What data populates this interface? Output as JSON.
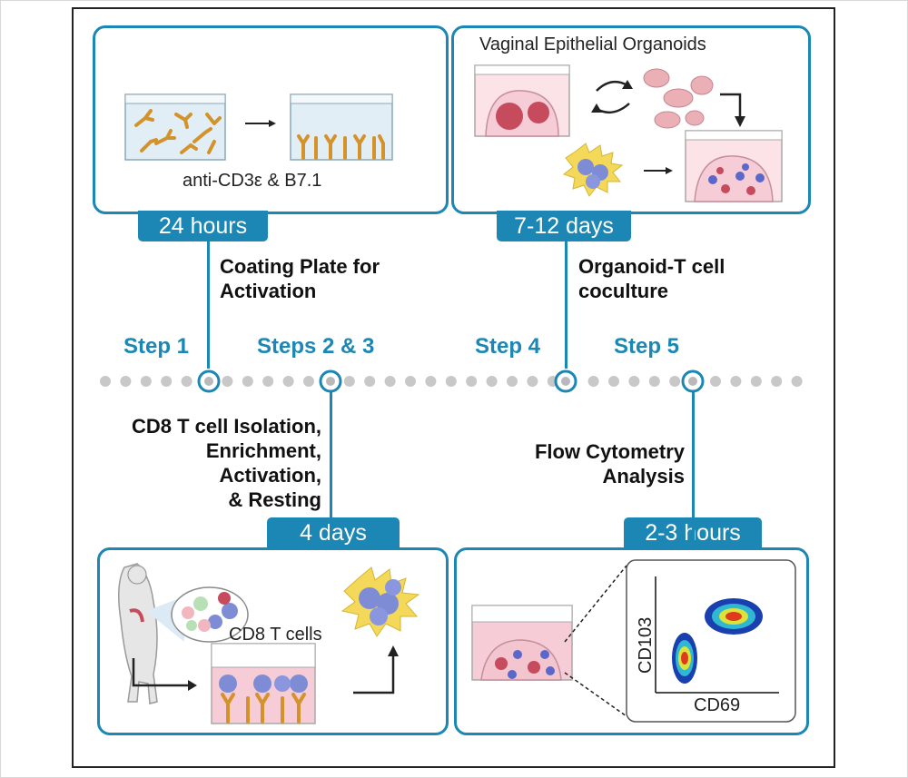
{
  "panels": {
    "coating": {
      "caption": "anti-CD3ε & B7.1",
      "duration": "24 hours",
      "title_line1": "Coating Plate for",
      "title_line2": "Activation"
    },
    "coculture": {
      "caption": "Vaginal Epithelial Organoids",
      "duration": "7-12 days",
      "title_line1": "Organoid-T cell",
      "title_line2": "coculture"
    },
    "isolation": {
      "caption": "CD8 T cells",
      "duration": "4 days",
      "title_line1": "CD8 T cell Isolation,",
      "title_line2": "Enrichment,",
      "title_line3": "Activation,",
      "title_line4": "& Resting"
    },
    "flow": {
      "duration": "2-3 hours",
      "title_line1": "Flow Cytometry",
      "title_line2": "Analysis",
      "y_axis": "CD103",
      "x_axis": "CD69"
    }
  },
  "steps": {
    "step1": "Step 1",
    "step23": "Steps 2 & 3",
    "step4": "Step 4",
    "step5": "Step 5"
  },
  "colors": {
    "accent": "#1c87b4",
    "timeline_dot": "#c8c8c8",
    "antibody": "#d4922a",
    "medium": "#f6cdd6"
  }
}
